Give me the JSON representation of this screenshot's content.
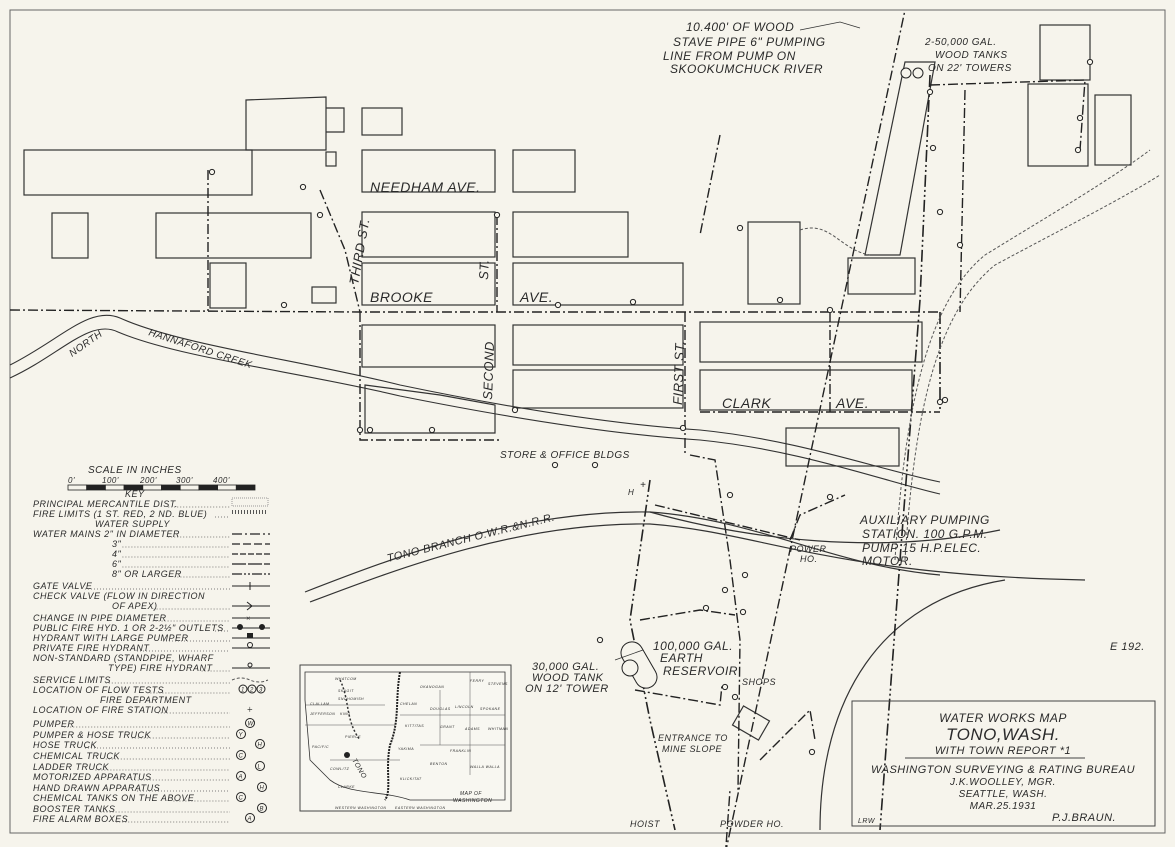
{
  "map_labels": {
    "pipe_note_1": "10.400' OF WOOD",
    "pipe_note_2": "STAVE PIPE 6\" PUMPING",
    "pipe_note_3": "LINE FROM PUMP ON",
    "pipe_note_4": "SKOOKUMCHUCK RIVER",
    "tanks_note_1": "2-50,000 GAL.",
    "tanks_note_2": "WOOD TANKS",
    "tanks_note_3": "ON 22' TOWERS",
    "needham_ave": "NEEDHAM AVE.",
    "third_st": "THIRD ST.",
    "brooke": "BROOKE",
    "brooke_st": "ST.",
    "brooke_ave": "AVE.",
    "creek_north": "NORTH",
    "creek_name": "HANNAFORD CREEK",
    "second_st": "SECOND",
    "first_st": "FIRST ST.",
    "clark": "CLARK",
    "clark_ave": "AVE.",
    "store_office": "STORE & OFFICE BLDGS",
    "railroad": "TONO BRANCH O.W.R.&N.R.R.",
    "aux_1": "AUXILIARY PUMPING",
    "aux_2": "STATION. 100 G.P.M.",
    "aux_3": "PUMP  15 H.P.ELEC.",
    "aux_4": "MOTOR.",
    "power_1": "POWER",
    "power_2": "HO.",
    "reservoir_1": "100,000 GAL.",
    "reservoir_2": "EARTH",
    "reservoir_3": "RESERVOIR",
    "tank_1": "30,000 GAL.",
    "tank_2": "WOOD TANK",
    "tank_3": "ON 12' TOWER",
    "shops": "SHOPS",
    "entrance_1": "ENTRANCE TO",
    "entrance_2": "MINE SLOPE",
    "hoist": "HOIST",
    "powder_ho": "POWDER HO.",
    "sheet_no": "E 192.",
    "fire_station_h": "H"
  },
  "scale": {
    "title": "SCALE IN INCHES",
    "ticks": [
      "0'",
      "100'",
      "200'",
      "300'",
      "400'"
    ]
  },
  "legend": {
    "key_title": "KEY",
    "rows": [
      "PRINCIPAL MERCANTILE DIST.",
      "FIRE LIMITS (1 ST. RED, 2 ND. BLUE)",
      "WATER SUPPLY",
      "WATER MAINS 2\" IN DIAMETER",
      "3\"",
      "4\"",
      "6\"",
      "8\" OR LARGER",
      "GATE VALVE",
      "CHECK VALVE (FLOW IN DIRECTION",
      "OF APEX)",
      "CHANGE IN PIPE DIAMETER",
      "PUBLIC FIRE HYD. 1 OR 2-2½\" OUTLETS",
      "HYDRANT WITH LARGE PUMPER",
      "PRIVATE FIRE HYDRANT",
      "NON-STANDARD (STANDPIPE, WHARF",
      "TYPE) FIRE HYDRANT",
      "SERVICE LIMITS",
      "LOCATION OF FLOW TESTS",
      "FIRE DEPARTMENT",
      "LOCATION OF FIRE STATION",
      "PUMPER",
      "PUMPER & HOSE TRUCK",
      "HOSE TRUCK",
      "CHEMICAL TRUCK",
      "LADDER TRUCK",
      "MOTORIZED APPARATUS",
      "HAND DRAWN APPARATUS",
      "CHEMICAL TANKS ON THE ABOVE",
      "BOOSTER TANKS",
      "FIRE ALARM BOXES"
    ],
    "symbols": {
      "flow_tests": [
        "1",
        "2",
        "3"
      ],
      "pumper": "W",
      "pumper_hose": "Y",
      "hose": "H",
      "chemical": "C",
      "ladder": "L",
      "motorized": "A",
      "hand_drawn": "H",
      "chem_tanks": "C",
      "booster": "B",
      "alarm": "A"
    }
  },
  "inset": {
    "title_1": "MAP OF",
    "title_2": "WASHINGTON",
    "town": "TONO",
    "west": "WESTERN WASHINGTON",
    "east": "EASTERN WASHINGTON",
    "counties": [
      "WHATCOM",
      "SKAGIT",
      "OKANOGAN",
      "FERRY",
      "STEVENS",
      "CLALLAM",
      "SNOHOMISH",
      "JEFFERSON",
      "CHELAN",
      "DOUGLAS",
      "LINCOLN",
      "SPOKANE",
      "KING",
      "KITTITAS",
      "GRANT",
      "ADAMS",
      "WHITMAN",
      "PIERCE",
      "YAKIMA",
      "FRANKLIN",
      "BENTON",
      "WALLA WALLA",
      "COWLITZ",
      "KLICKITAT",
      "CLARKE",
      "PACIFIC"
    ]
  },
  "title_block": {
    "line1": "WATER WORKS MAP",
    "line2": "TONO,WASH.",
    "line3": "WITH TOWN REPORT *1",
    "line4": "WASHINGTON  SURVEYING & RATING  BUREAU",
    "line5": "J.K.WOOLLEY, MGR.",
    "line6": "SEATTLE, WASH.",
    "line7": "MAR.25.1931",
    "initials": "LRW",
    "drafter": "P.J.BRAUN."
  }
}
